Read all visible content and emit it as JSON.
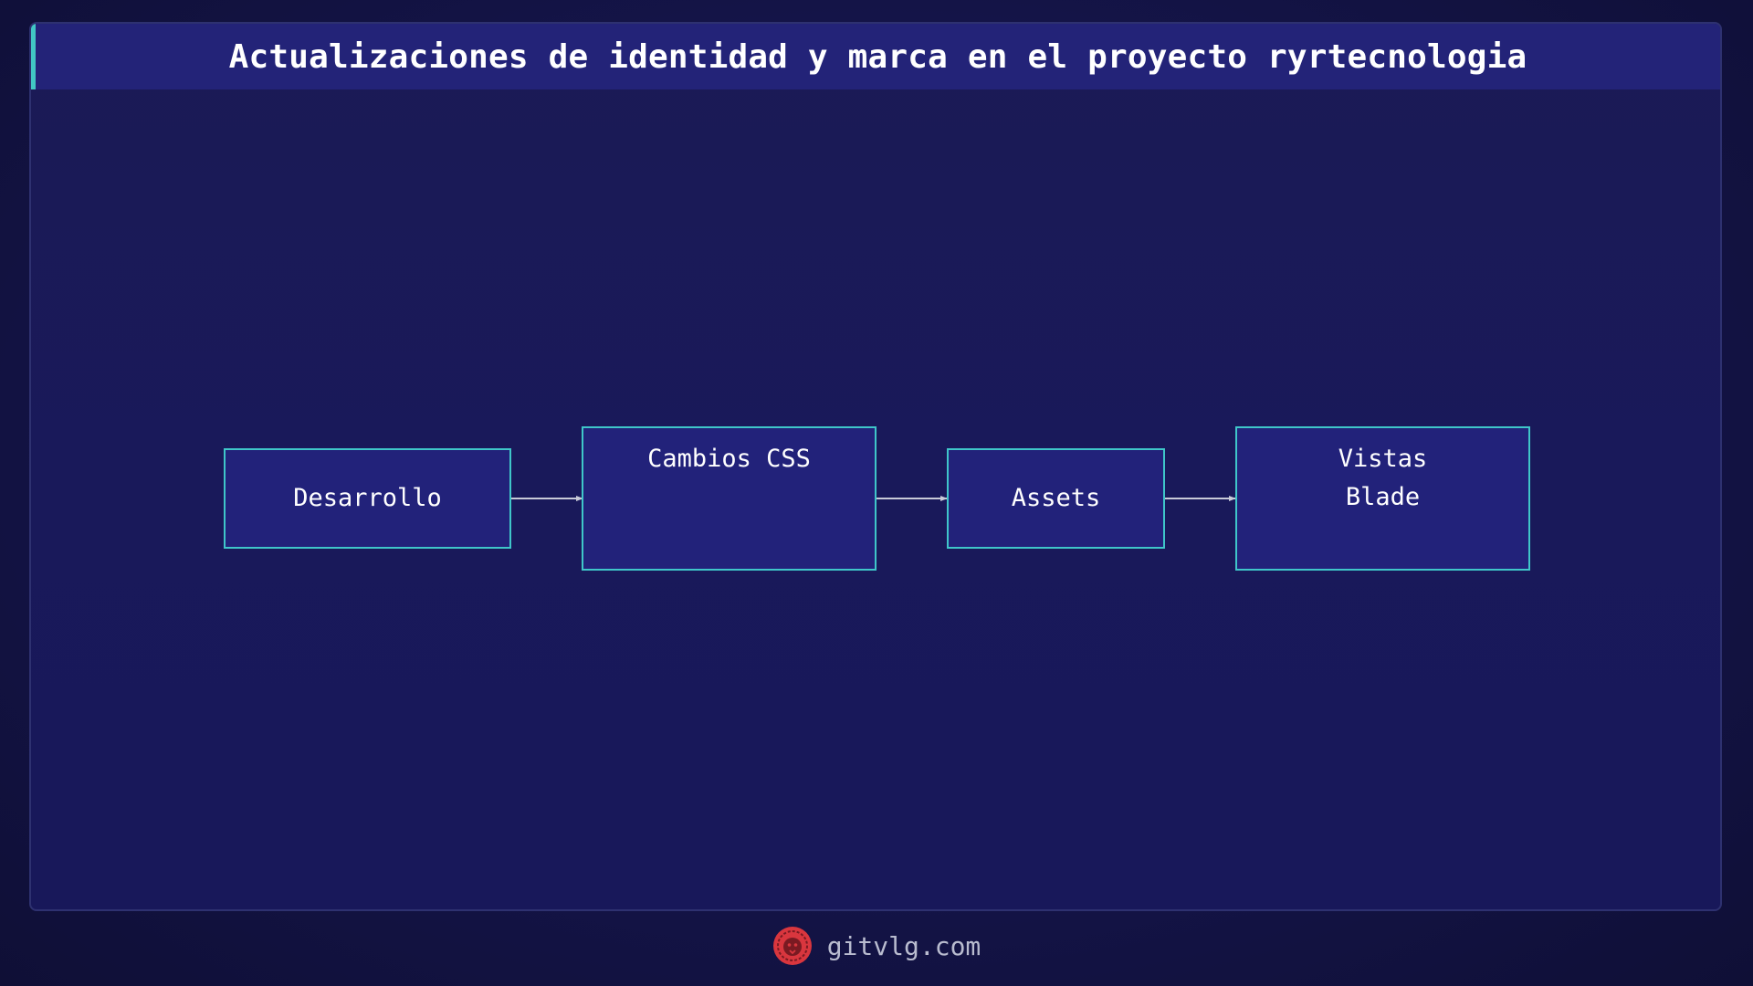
{
  "title": "Actualizaciones de identidad y marca en el proyecto ryrtecnologia",
  "diagram": {
    "nodes": [
      {
        "id": "desarrollo",
        "label": "Desarrollo"
      },
      {
        "id": "cambios-css",
        "label": "Cambios CSS"
      },
      {
        "id": "assets",
        "label": "Assets"
      },
      {
        "id": "vistas-blade",
        "label": "Vistas\nBlade"
      }
    ],
    "edges": [
      {
        "from": "desarrollo",
        "to": "cambios-css"
      },
      {
        "from": "cambios-css",
        "to": "assets"
      },
      {
        "from": "assets",
        "to": "vistas-blade"
      }
    ]
  },
  "footer": {
    "site": "gitvlg.com",
    "logo_icon": "lion-logo-icon"
  },
  "colors": {
    "background": "#141448",
    "title_bar": "#232378",
    "accent": "#41c7c4",
    "node_fill": "#22227a",
    "node_border": "#3fc6c9",
    "arrow": "#c8cad8",
    "logo": "#d9363e"
  }
}
